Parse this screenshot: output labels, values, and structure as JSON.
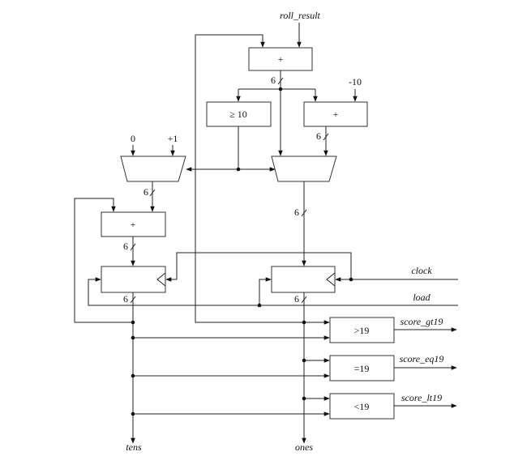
{
  "signals": {
    "roll_result": "roll_result",
    "clock": "clock",
    "load": "load",
    "score_gt19": "score_gt19",
    "score_eq19": "score_eq19",
    "score_lt19": "score_lt19",
    "tens": "tens",
    "ones": "ones"
  },
  "blocks": {
    "adder_top": "+",
    "ge10": "≥ 10",
    "adder_right": "+",
    "adder_left": "+",
    "cmp_gt": ">19",
    "cmp_eq": "=19",
    "cmp_lt": "<19"
  },
  "constants": {
    "minus10": "-10",
    "zero": "0",
    "plus1": "+1"
  },
  "bus_widths": {
    "adder_top_out": "6",
    "adder_right_out": "6",
    "mux_left_out": "6",
    "mux_right_out": "6",
    "adder_left_out": "6",
    "reg_left_out": "6",
    "reg_right_out": "6"
  }
}
